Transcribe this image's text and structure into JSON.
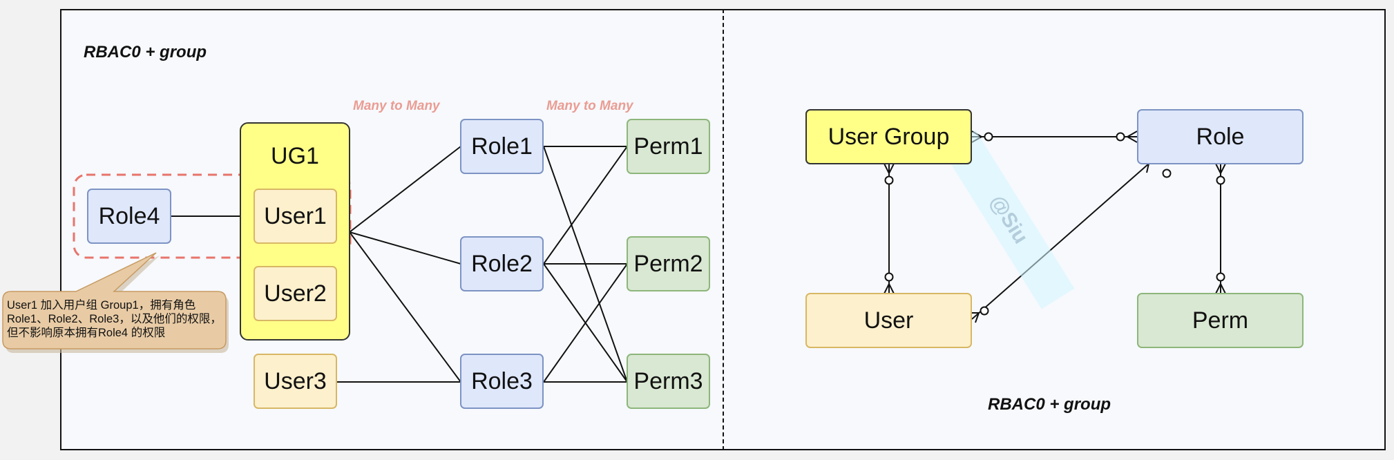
{
  "left_panel": {
    "title": "RBAC0 + group",
    "many_to_many_1": "Many to Many",
    "many_to_many_2": "Many to Many",
    "group_label": "UG1",
    "role4": "Role4",
    "user1": "User1",
    "user2": "User2",
    "user3": "User3",
    "role1": "Role1",
    "role2": "Role2",
    "role3": "Role3",
    "perm1": "Perm1",
    "perm2": "Perm2",
    "perm3": "Perm3",
    "callout": "User1 加入用户组 Group1，拥有角色 Role1、Role2、Role3，以及他们的权限，但不影响原本拥有Role4 的权限"
  },
  "right_panel": {
    "title": "RBAC0 + group",
    "user_group": "User Group",
    "role": "Role",
    "user": "User",
    "perm": "Perm",
    "watermark": "@Siu"
  },
  "colors": {
    "role_fill": "#dfe7fb",
    "perm_fill": "#d9e8d2",
    "user_fill": "#fdf0cc",
    "group_fill": "#ffff88",
    "highlight_dash": "#e8746b",
    "callout_fill": "#e8cba5"
  }
}
